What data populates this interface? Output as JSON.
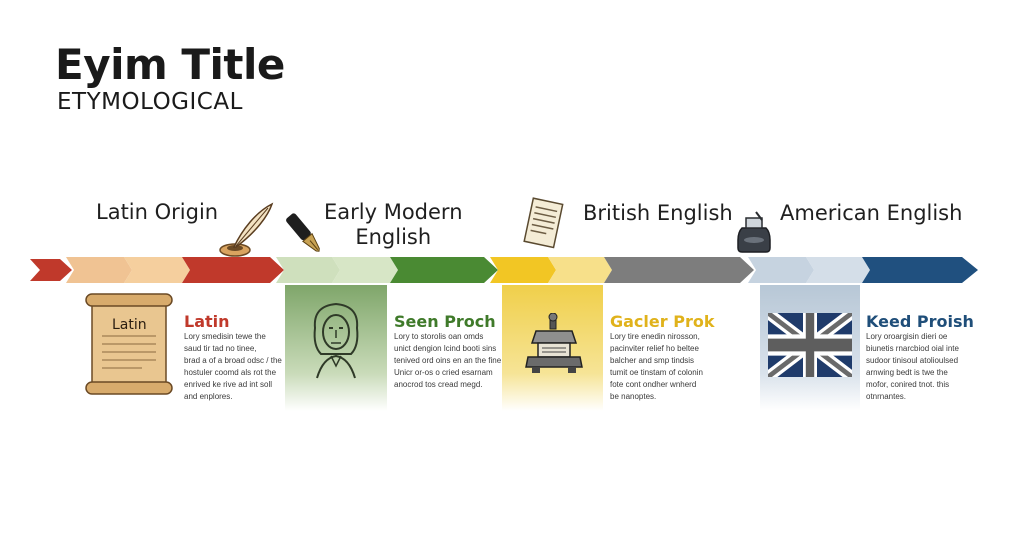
{
  "header": {
    "title": "Eyim Title",
    "subtitle": "ETYMOLOGICAL"
  },
  "eras": [
    {
      "label": "Latin Origin",
      "icon": "quill-pen-icon"
    },
    {
      "label": "Early Modern\nEnglish",
      "icon": "fountain-pen-icon"
    },
    {
      "label": "British English",
      "icon": "paper-document-icon"
    },
    {
      "label": "American English",
      "icon": "ink-bottle-icon"
    }
  ],
  "cards": [
    {
      "image": "scroll-icon",
      "image_text": "Latin",
      "title": "Latin",
      "title_color": "#c0392b",
      "text": "Lory smedisin tewe the\nsaud tir tad no tinee,\nbrad a of a broad odsc / the\nhostuler coomd als rot the\nenrived ke rive ad int soll\nand enplores."
    },
    {
      "image": "portrait-icon",
      "title": "Seen Proch",
      "title_color": "#3f7a2a",
      "text": "Lory to storolis oan omds\nunict dengion lcind booti sins\ntenived ord oins en an the fine\nUnicr or-os o cried esarnam\nanocrod tos cread megd."
    },
    {
      "image": "printing-press-icon",
      "title": "Gacler Prok",
      "title_color": "#e0b21b",
      "text": "Lory tire enedin nirosson,\npacinviter relief ho beltee\nbalcher and smp tindsis\ntumit oe tinstam of colonin\nfote cont ondher wnherd\nbe nanoptes."
    },
    {
      "image": "union-jack-flag-icon",
      "title": "Keed Proish",
      "title_color": "#1f4e79",
      "text": "Lory oroargisin dieri oe\nbiunetis rnarcbiod oial inte\nsudoor tinisoul atolioulsed\narnwing bedt is twe the\nmofor, conired tnot. this\notnrnantes."
    }
  ],
  "colors": {
    "red": "#c0392b",
    "peach": "#f0c393",
    "green_light": "#cfe0bd",
    "green": "#4a8a33",
    "yellow": "#f2c624",
    "yellow_light": "#f7e08a",
    "gray": "#7d7d7d",
    "blue_light": "#c6d3e0",
    "blue": "#20507f"
  }
}
